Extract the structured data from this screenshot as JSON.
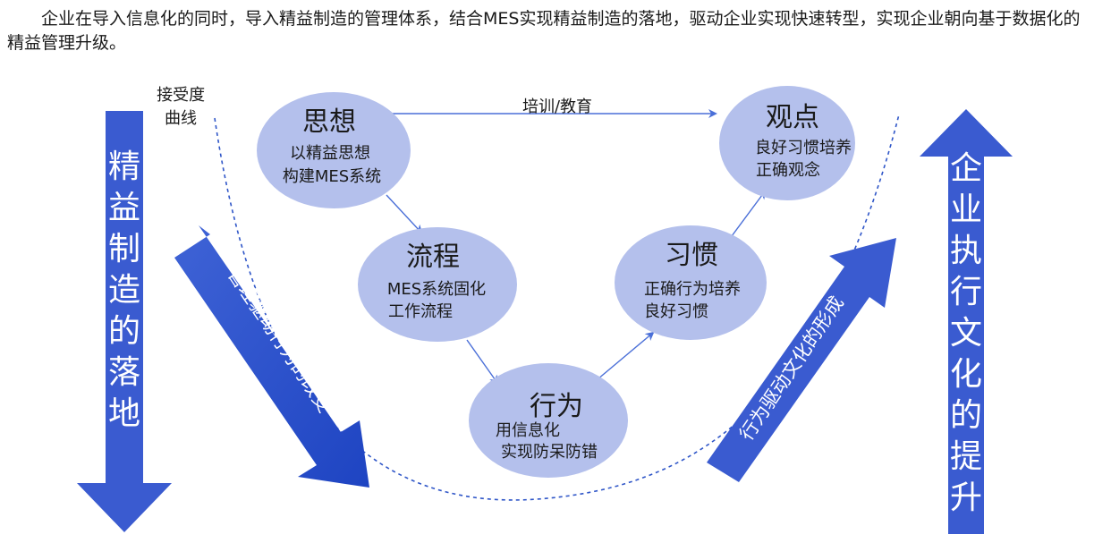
{
  "intro_text": "企业在导入信息化的同时，导入精益制造的管理体系，结合MES实现精益制造的落地，驱动企业实现快速转型，实现企业朝向基于数据化的精益管理升级。",
  "curve_label": [
    "接受度",
    "曲线"
  ],
  "training_label": "培训/教育",
  "left_arrow_text": "精益制造的落地",
  "right_arrow_text": "企业执行文化的提升",
  "diag_left_text": "管理驱动行为的改变",
  "diag_right_text": "行为驱动文化的形成",
  "nodes": [
    {
      "id": "sixiang",
      "title": "思想",
      "lines": [
        "以精益思想",
        "构建MES系统"
      ]
    },
    {
      "id": "liucheng",
      "title": "流程",
      "lines": [
        "MES系统固化",
        "工作流程"
      ]
    },
    {
      "id": "xingwei",
      "title": "行为",
      "lines": [
        "用信息化",
        "实现防呆防错"
      ]
    },
    {
      "id": "xiguan",
      "title": "习惯",
      "lines": [
        "正确行为培养",
        "良好习惯"
      ]
    },
    {
      "id": "guandian",
      "title": "观点",
      "lines": [
        "良好习惯培养",
        "正确观念"
      ]
    }
  ],
  "colors": {
    "ellipse_fill": "#b4c0ec",
    "arrow_blue": "#3a5bd0",
    "line_blue": "#4a6fd8",
    "curve_blue": "#2f56c8"
  }
}
